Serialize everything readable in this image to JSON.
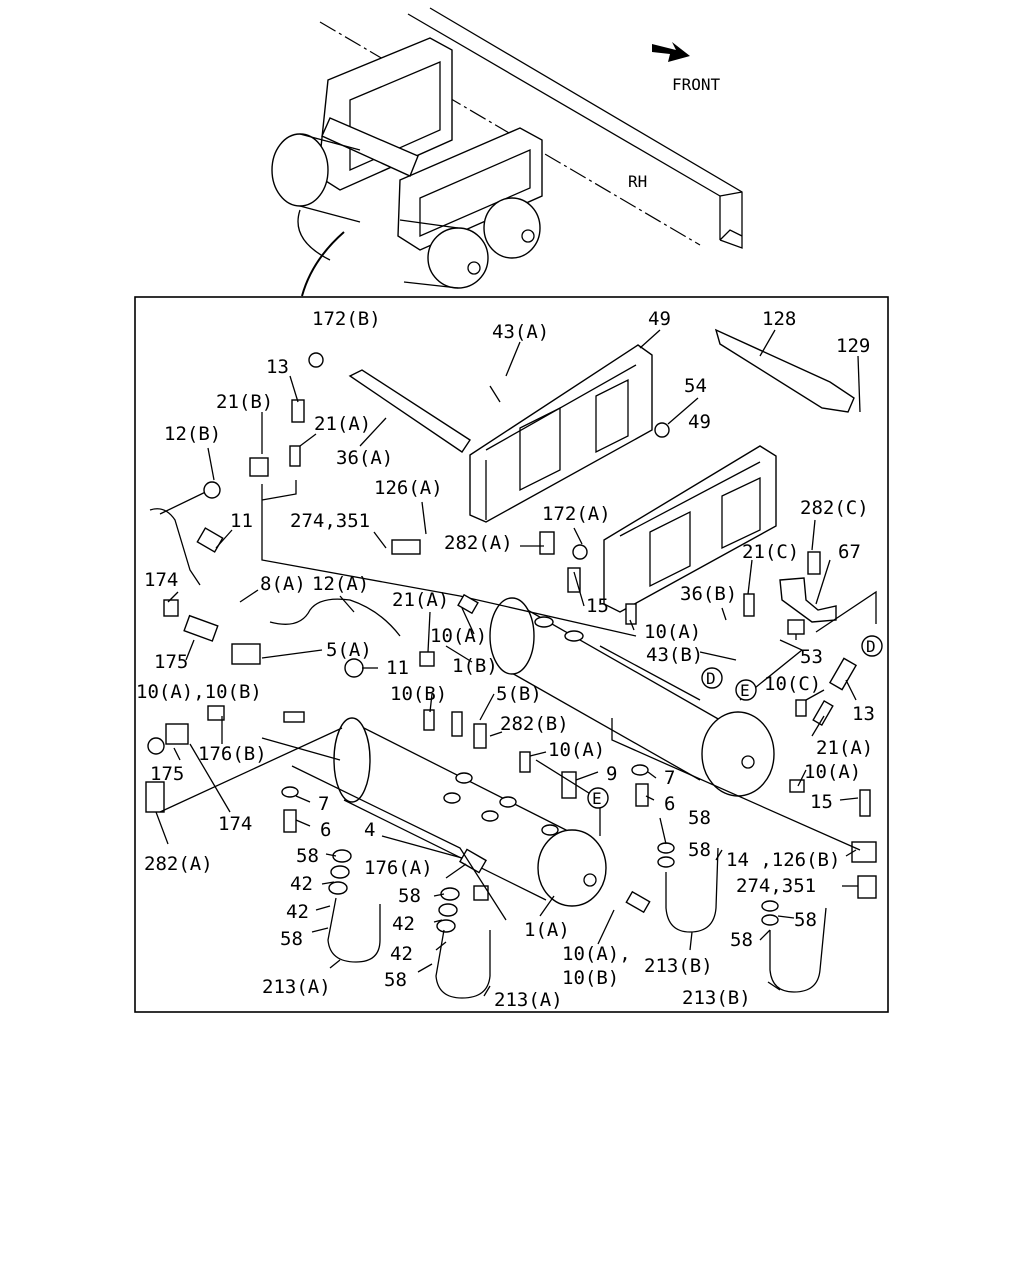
{
  "header": {
    "front_label": "FRONT",
    "rh_label": "RH"
  },
  "callouts": {
    "c_172B": "172(B)",
    "c_43A": "43(A)",
    "c_49a": "49",
    "c_128": "128",
    "c_129": "129",
    "c_13a": "13",
    "c_21B": "21(B)",
    "c_21A_top": "21(A)",
    "c_12B": "12(B)",
    "c_36A": "36(A)",
    "c_54": "54",
    "c_49b": "49",
    "c_126A": "126(A)",
    "c_274_351a": "274,351",
    "c_172A": "172(A)",
    "c_282C": "282(C)",
    "c_11a": "11",
    "c_282A_top": "282(A)",
    "c_174a": "174",
    "c_8A": "8(A)",
    "c_12A": "12(A)",
    "c_21C": "21(C)",
    "c_67": "67",
    "c_21A_mid": "21(A)",
    "c_15a": "15",
    "c_36B": "36(B)",
    "c_10A_mid": "10(A)",
    "c_10A_right": "10(A)",
    "c_175a": "175",
    "c_5A": "5(A)",
    "c_1B": "1(B)",
    "c_43B": "43(B)",
    "c_53": "53",
    "c_11b": "11",
    "c_10A10B": "10(A),10(B)",
    "c_10B_mid": "10(B)",
    "c_5B": "5(B)",
    "c_10C": "10(C)",
    "c_13b": "13",
    "c_282B": "282(B)",
    "c_176B": "176(B)",
    "c_21A_low": "21(A)",
    "c_10A_low": "10(A)",
    "c_9": "9",
    "c_7a": "7",
    "c_10A_r2": "10(A)",
    "c_175b": "175",
    "c_7b": "7",
    "c_6b": "6",
    "c_15b": "15",
    "c_174b": "174",
    "c_6a": "6",
    "c_4": "4",
    "c_58a": "58",
    "c_58b": "58",
    "c_282A_bot": "282(A)",
    "c_14_126B": "14 ,126(B)",
    "c_58c": "58",
    "c_176A": "176(A)",
    "c_42a": "42",
    "c_274_351b": "274,351",
    "c_42b": "42",
    "c_58d": "58",
    "c_58e": "58",
    "c_58f": "58",
    "c_42c": "42",
    "c_1A": "1(A)",
    "c_42d": "42",
    "c_58g": "58",
    "c_58h": "58",
    "c_10A10B_b": "10(A),",
    "c_10B_b": "10(B)",
    "c_213B_a": "213(B)",
    "c_213A_a": "213(A)",
    "c_213A_b": "213(A)",
    "c_213B_b": "213(B)"
  },
  "markers": {
    "D": "D",
    "E": "E"
  }
}
